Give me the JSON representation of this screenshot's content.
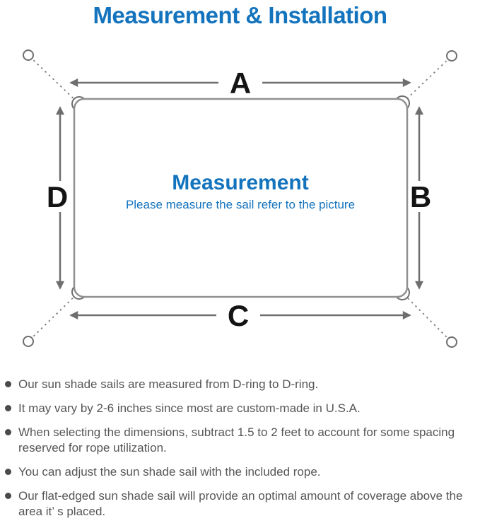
{
  "page": {
    "title": "Measurement & Installation"
  },
  "diagram": {
    "dimension_labels": {
      "top": "A",
      "right": "B",
      "bottom": "C",
      "left": "D"
    },
    "center": {
      "title": "Measurement",
      "subtitle": "Please measure the sail refer to the picture"
    },
    "colors": {
      "accent_blue": "#1373bd",
      "arrow_gray": "#6e6e6e",
      "sail_border_gray": "#909090",
      "label_black": "#141414",
      "note_text_gray": "#565656"
    }
  },
  "notes": {
    "items": [
      "Our sun shade sails are measured from D-ring to D-ring.",
      "It may vary by 2-6 inches since most are custom-made in U.S.A.",
      "When selecting the dimensions, subtract 1.5 to 2 feet to account for some spacing reserved for rope utilization.",
      "You can adjust the sun shade sail with the included rope.",
      "Our flat-edged sun shade sail will provide an optimal amount of coverage above the area it’ s placed."
    ]
  }
}
